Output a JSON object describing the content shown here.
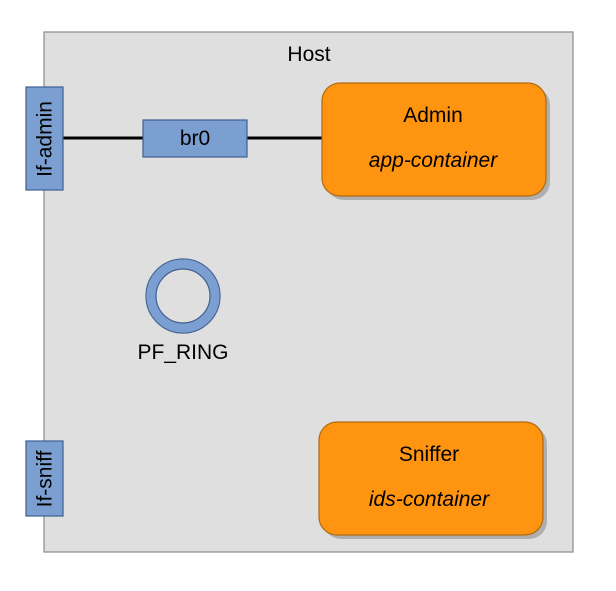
{
  "host": {
    "label": "Host"
  },
  "interfaces": {
    "admin": {
      "label": "If-admin"
    },
    "sniff": {
      "label": "If-sniff"
    }
  },
  "bridge": {
    "label": "br0"
  },
  "pf_ring": {
    "label": "PF_RING"
  },
  "containers": {
    "admin": {
      "name": "Admin",
      "role": "app-container"
    },
    "sniffer": {
      "name": "Sniffer",
      "role": "ids-container"
    }
  },
  "colors": {
    "host_fill": "#dfdfdf",
    "host_stroke": "#8a8a8a",
    "interface_fill": "#7b9fd1",
    "interface_stroke": "#3d5f8f",
    "container_fill": "#ff9410",
    "container_stroke": "#b06a10",
    "ring_stroke": "#7b9fd1",
    "ring_outline": "#3d5f8f",
    "link": "#000000",
    "shadow": "#9a9a9a"
  }
}
